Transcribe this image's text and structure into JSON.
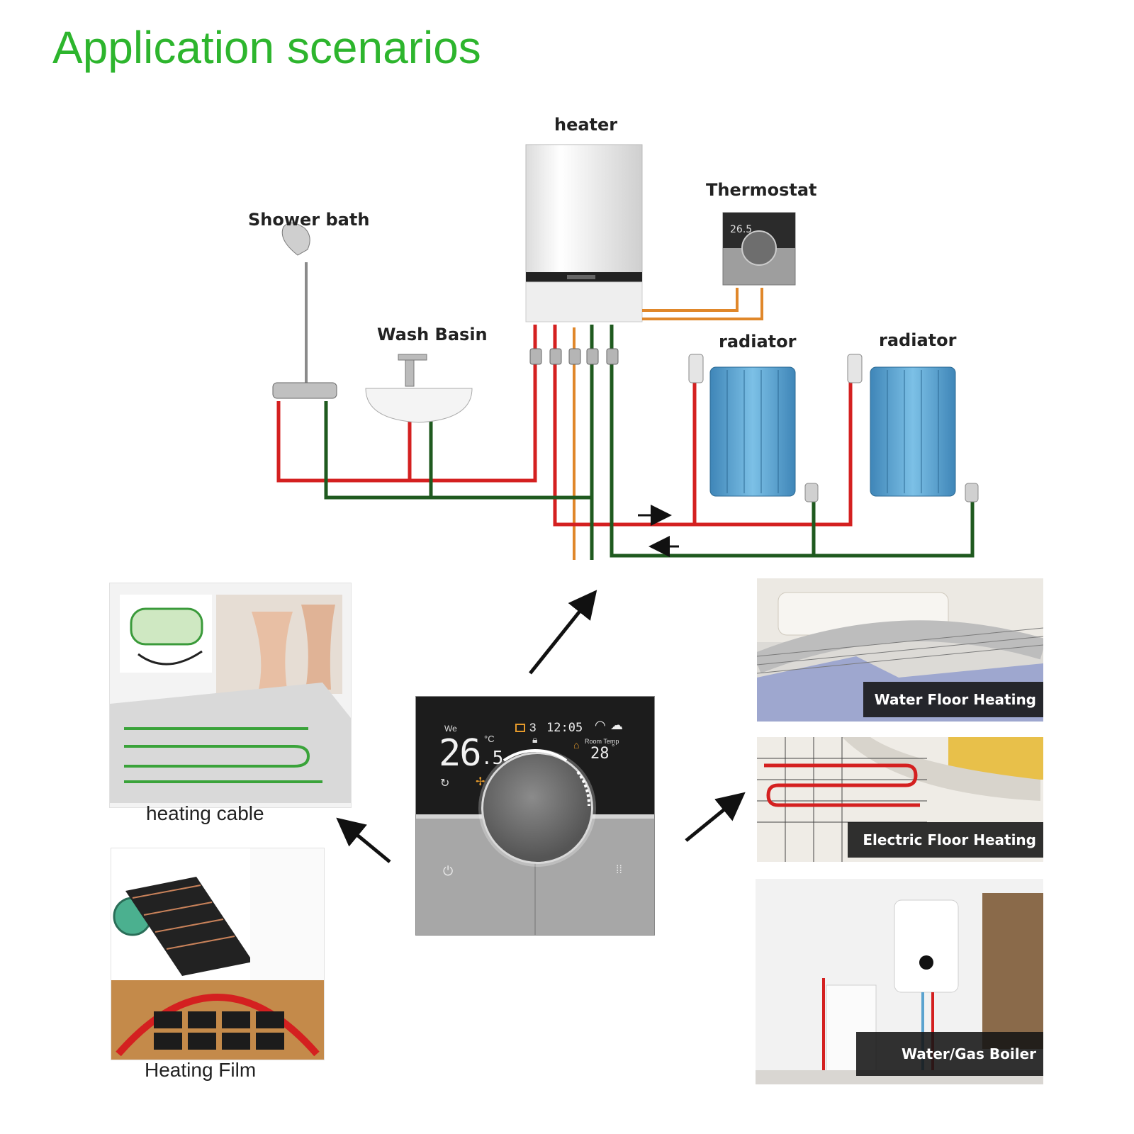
{
  "title": "Application scenarios",
  "diagram": {
    "labels": {
      "heater": "heater",
      "thermostat": "Thermostat",
      "shower": "Shower bath",
      "basin": "Wash Basin",
      "radiator1": "radiator",
      "radiator2": "radiator"
    },
    "thermostat_mini_temp": "26.5"
  },
  "device": {
    "day": "We",
    "program": "3",
    "time": "12:05",
    "set_temp": "26",
    "set_temp_decimal": ".5",
    "unit": "°C",
    "room_temp_label": "Room Temp",
    "room_temp": "28",
    "room_unit": "°"
  },
  "left_panels": {
    "cable": "heating cable",
    "film": "Heating Film"
  },
  "right_panels": {
    "water_floor": "Water Floor Heating",
    "electric_floor": "Electric Floor Heating",
    "boiler": "Water/Gas Boiler"
  },
  "colors": {
    "title_green": "#2db52d",
    "hot_pipe": "#d42020",
    "cold_pipe": "#1f5a1f",
    "signal_wire": "#e0872a",
    "radiator_blue": "#5ba3cf"
  }
}
